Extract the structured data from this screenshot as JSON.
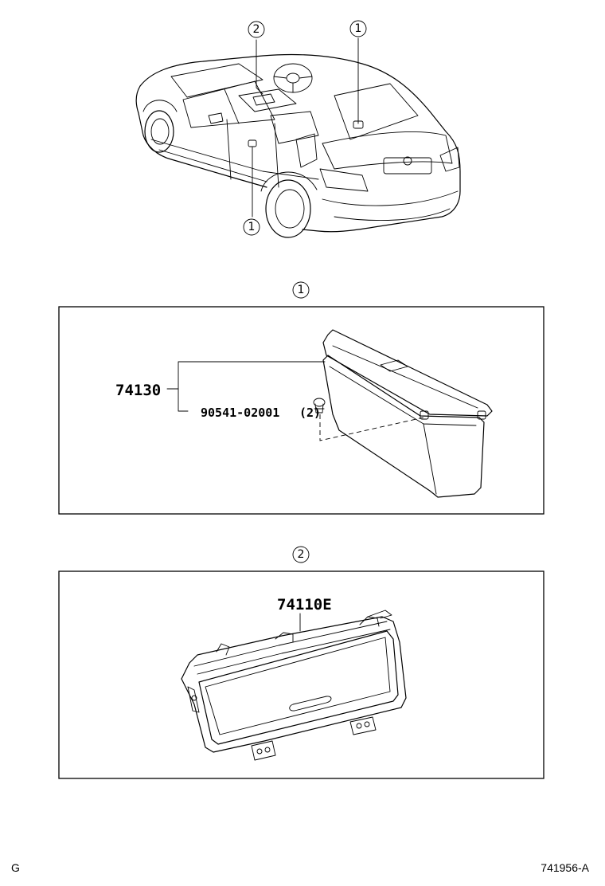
{
  "callouts": {
    "c1": "1",
    "c2": "2"
  },
  "section1": {
    "part_main": "74130",
    "part_screw": "90541-02001",
    "screw_qty": "(2)"
  },
  "section2": {
    "part_main": "74110E"
  },
  "footer": {
    "left_code": "G",
    "diagram_id": "741956-A"
  }
}
